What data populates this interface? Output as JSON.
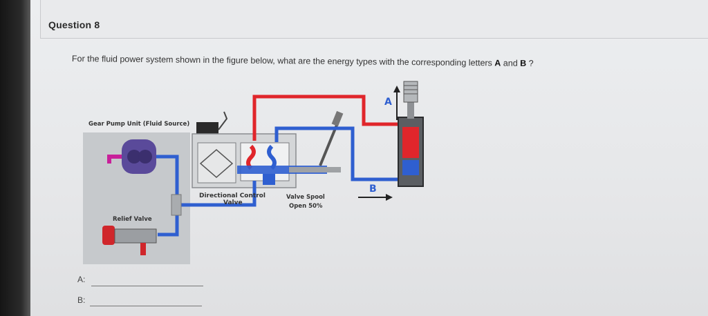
{
  "question": {
    "title": "Question 8",
    "text_prefix": "For the fluid power system shown in the figure below, what are the energy types with the corresponding letters ",
    "letter_a": "A",
    "text_and": " and ",
    "letter_b": "B",
    "text_suffix": " ?"
  },
  "figure": {
    "pump_label": "Gear Pump Unit (Fluid Source)",
    "relief_label": "Relief Valve",
    "dcv_label_line1": "Directional Control",
    "dcv_label_line2": "Valve",
    "spool_label_line1": "Valve Spool",
    "spool_label_line2": "Open 50%",
    "marker_a": "A",
    "marker_b": "B"
  },
  "answers": {
    "a_label": "A:",
    "a_value": "",
    "b_label": "B:",
    "b_value": ""
  },
  "colors": {
    "pressure_red": "#e0262b",
    "return_blue": "#2f5fd0",
    "suction_magenta": "#c8209a",
    "panel_bg": "#c9cccf"
  }
}
